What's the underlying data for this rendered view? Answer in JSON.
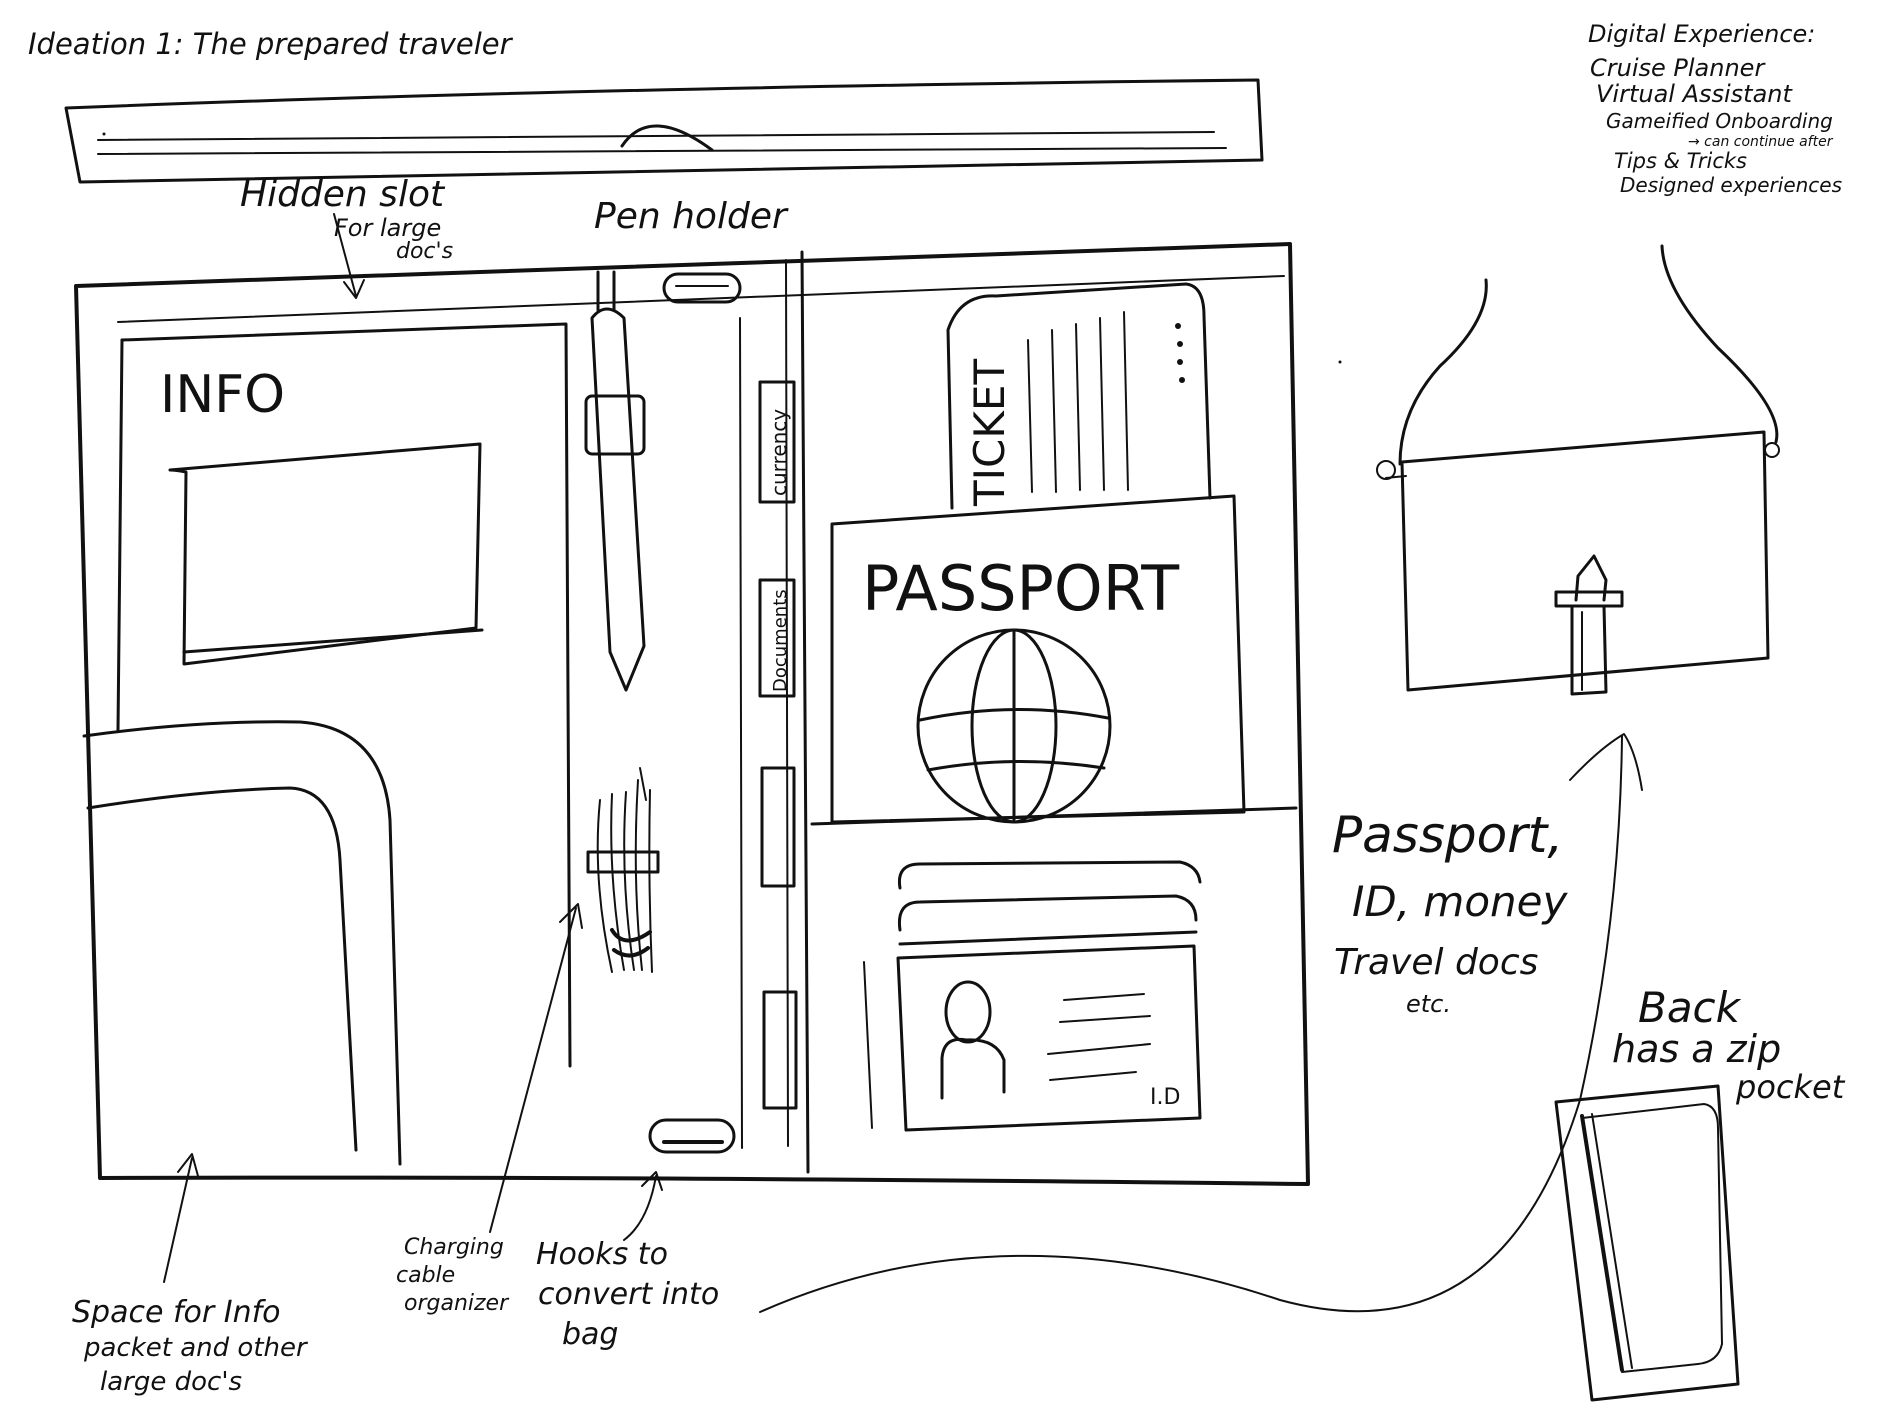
{
  "title": "Ideation 1: The prepared traveler",
  "labels": {
    "hidden_slot": "Hidden slot",
    "hidden_slot_note_1": "For large",
    "hidden_slot_note_2": "doc's",
    "pen_holder": "Pen holder",
    "info": "INFO",
    "currency": "currency",
    "documents": "Documents",
    "ticket": "TICKET",
    "passport": "PASSPORT",
    "id_card": "I.D",
    "passport_note_1": "Passport,",
    "passport_note_2": "ID, money",
    "passport_note_3": "Travel docs",
    "passport_note_4": "etc.",
    "back_note_1": "Back",
    "back_note_2": "has a zip",
    "back_note_3": "pocket",
    "space_note_1": "Space for Info",
    "space_note_2": "packet and other",
    "space_note_3": "large doc's",
    "cable_note_1": "Charging",
    "cable_note_2": "cable",
    "cable_note_3": "organizer",
    "hooks_note_1": "Hooks to",
    "hooks_note_2": "convert into",
    "hooks_note_3": "bag"
  },
  "digital_experience": {
    "heading": "Digital Experience:",
    "items": [
      "Cruise Planner",
      "Virtual Assistant",
      "Gameified Onboarding",
      "→ can continue after",
      "Tips & Tricks",
      "Designed experiences"
    ]
  },
  "colors": {
    "ink": "#111111",
    "paper": "#ffffff"
  }
}
